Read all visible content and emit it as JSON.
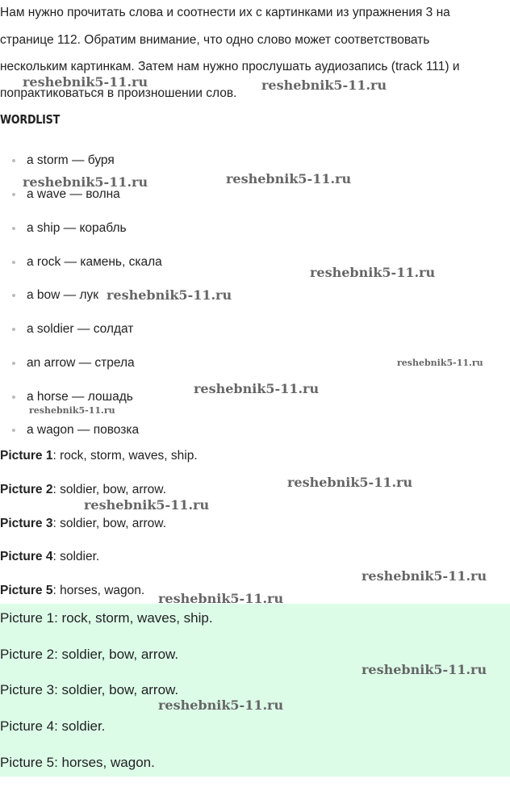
{
  "intro": {
    "lines": [
      "Нам нужно прочитать слова и соотнести их с картинками из упражнения 3 на",
      "странице 112. Обратим внимание, что одно слово может соответствовать",
      "нескольким картинкам. Затем нам нужно прослушать аудиозапись (track 111) и",
      "попрактиковаться в произношении слов."
    ]
  },
  "wordlist": {
    "heading": "WORDLIST",
    "items": [
      "a storm — буря",
      "a wave — волна",
      "a ship — корабль",
      "a rock — камень, скала",
      "a bow — лук",
      "a soldier — солдат",
      "an arrow — стрела",
      "a horse — лошадь",
      "a wagon — повозка"
    ]
  },
  "pictures": [
    {
      "label": "Picture 1",
      "text": ": rock, storm, waves, ship."
    },
    {
      "label": "Picture 2",
      "text": ": soldier, bow, arrow."
    },
    {
      "label": "Picture 3",
      "text": ": soldier, bow, arrow."
    },
    {
      "label": "Picture 4",
      "text": ": soldier."
    },
    {
      "label": "Picture 5",
      "text": ": horses, wagon."
    }
  ],
  "answer_box": {
    "lines": [
      "Picture 1: rock, storm, waves, ship.",
      "Picture 2: soldier, bow, arrow.",
      "Picture 3: soldier, bow, arrow.",
      "Picture 4: soldier.",
      "Picture 5: horses, wagon."
    ],
    "background": "#dcfce8"
  },
  "watermark": "reshebnik5-11.ru"
}
